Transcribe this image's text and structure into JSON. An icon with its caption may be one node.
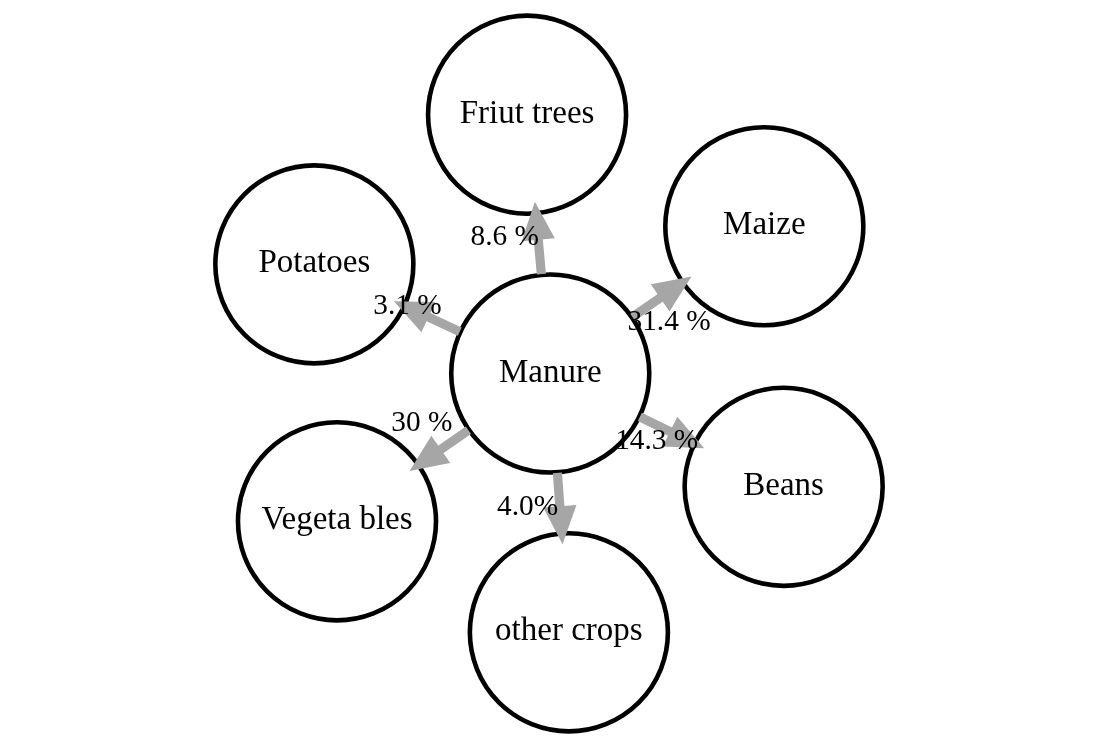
{
  "diagram": {
    "nodes": [
      {
        "text": [
          "Manure"
        ]
      },
      {
        "text": [
          "Vegeta bles"
        ]
      },
      {
        "text": [
          "Beans"
        ]
      },
      {
        "text": [
          "Potatoes"
        ]
      },
      {
        "text": [
          "Friut trees"
        ]
      },
      {
        "text": [
          "other crops"
        ]
      },
      {
        "text": [
          "Maize"
        ]
      }
    ],
    "edges": [
      {
        "from": 0,
        "to": 1,
        "arrow": "to",
        "label": "30 %"
      },
      {
        "from": 0,
        "to": 2,
        "arrow": "to",
        "label": "14.3 %"
      },
      {
        "from": 0,
        "to": 3,
        "arrow": "to",
        "label": "3.1 %"
      },
      {
        "from": 0,
        "to": 4,
        "arrow": "to",
        "label": "8.6 %"
      },
      {
        "from": 0,
        "to": 5,
        "arrow": "to",
        "label": "4.0%"
      },
      {
        "from": 0,
        "to": 6,
        "arrow": "to",
        "label": "31.4 %"
      }
    ]
  }
}
